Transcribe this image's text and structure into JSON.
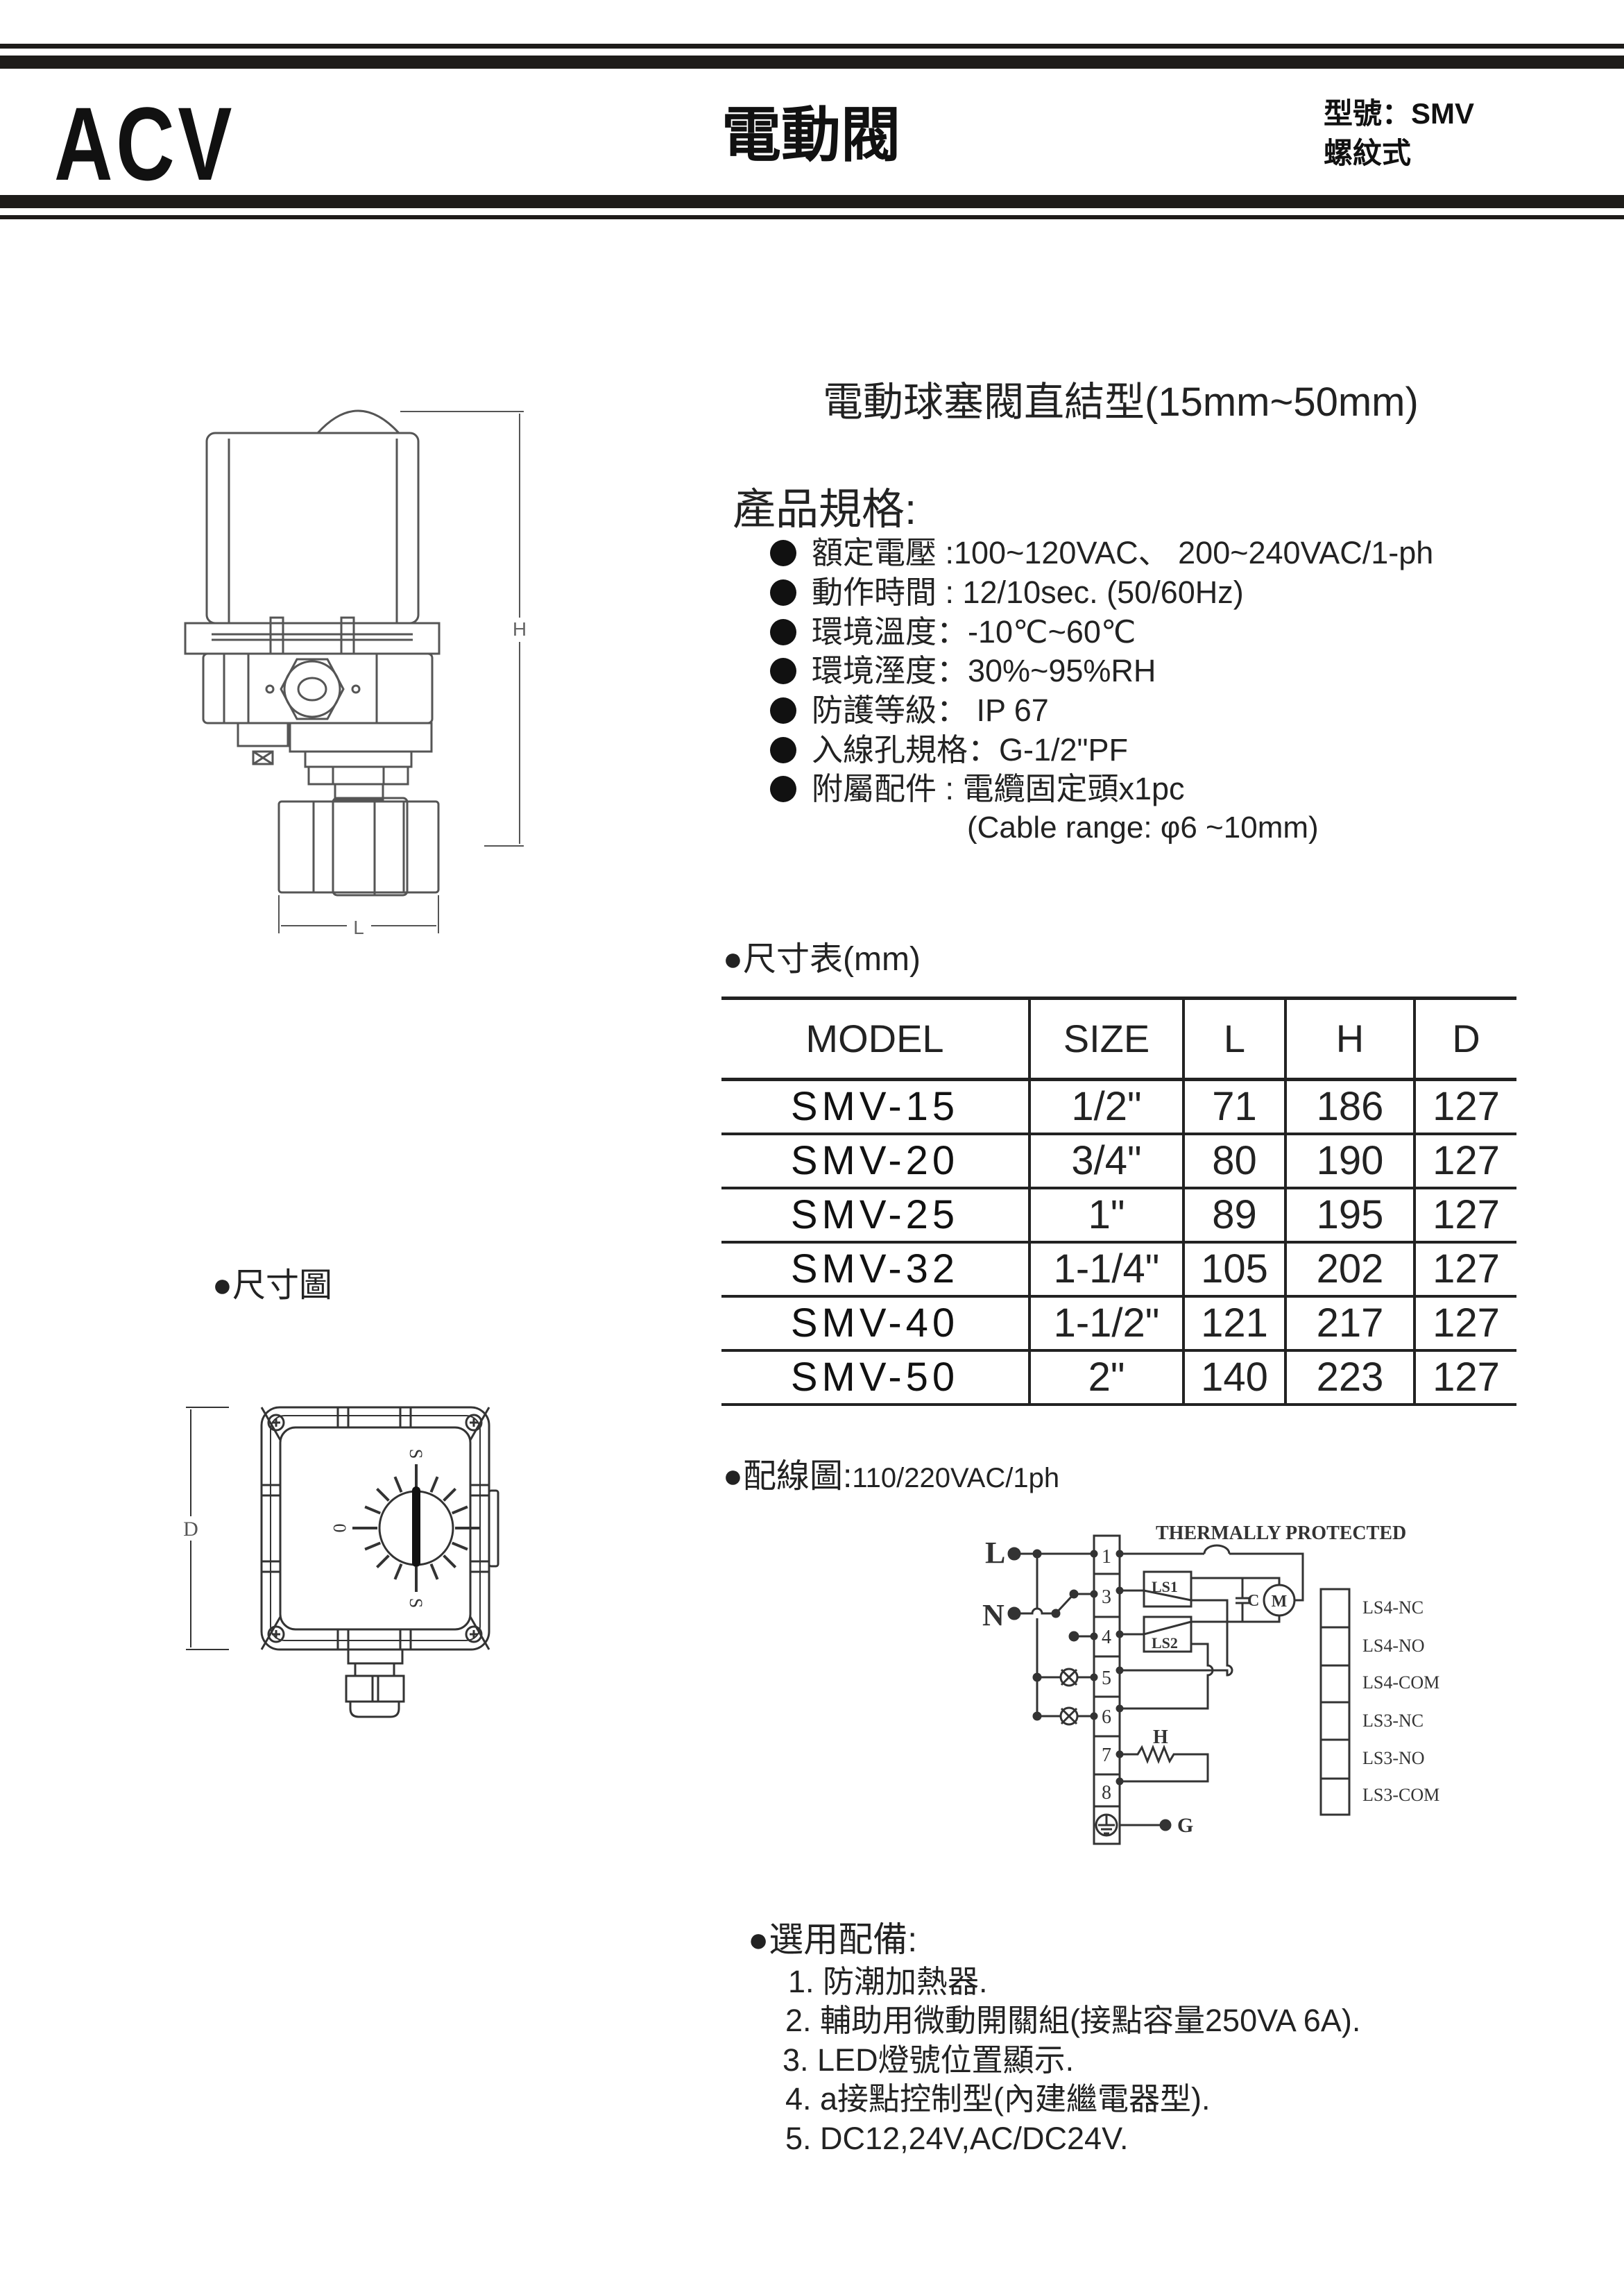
{
  "header": {
    "brand": "ACV",
    "title": "電動閥",
    "model_label": "型號：",
    "model": "SMV",
    "type": "螺紋式"
  },
  "product_title": "電動球塞閥直結型(15mm~50mm)",
  "specs": {
    "heading": "產品規格:",
    "items": [
      "額定電壓 :100~120VAC、 200~240VAC/1-ph",
      "動作時間 : 12/10sec. (50/60Hz)",
      "環境溫度：-10℃~60℃",
      "環境溼度：30%~95%RH",
      "防護等級： IP 67",
      "入線孔規格：G-1/2\"PF",
      "附屬配件 : 電纜固定頭x1pc"
    ],
    "cable_note": "(Cable range: φ6 ~10mm)"
  },
  "dim_table": {
    "heading": "●尺寸表(mm)",
    "columns": [
      "MODEL",
      "SIZE",
      "L",
      "H",
      "D"
    ],
    "rows": [
      [
        "SMV-15",
        "1/2\"",
        "71",
        "186",
        "127"
      ],
      [
        "SMV-20",
        "3/4\"",
        "80",
        "190",
        "127"
      ],
      [
        "SMV-25",
        "1\"",
        "89",
        "195",
        "127"
      ],
      [
        "SMV-32",
        "1-1/4\"",
        "105",
        "202",
        "127"
      ],
      [
        "SMV-40",
        "1-1/2\"",
        "121",
        "217",
        "127"
      ],
      [
        "SMV-50",
        "2\"",
        "140",
        "223",
        "127"
      ]
    ]
  },
  "dim_drawing": {
    "heading": "●尺寸圖",
    "labels": {
      "height": "H",
      "length": "L",
      "depth": "D",
      "dial_top": "S",
      "dial_bottom": "S",
      "dial_left": "0"
    }
  },
  "wiring": {
    "heading": "●配線圖:",
    "spec": "110/220VAC/1ph",
    "thermal": "THERMALLY PROTECTED",
    "line": "L",
    "neutral": "N",
    "ground": "G",
    "heater": "H",
    "capacitor": "C",
    "motor": "M",
    "ls1": "LS1",
    "ls2": "LS2",
    "terminals": [
      "1",
      "3",
      "4",
      "5",
      "6",
      "7",
      "8"
    ],
    "contacts": [
      "LS4-NC",
      "LS4-NO",
      "LS4-COM",
      "LS3-NC",
      "LS3-NO",
      "LS3-COM"
    ]
  },
  "options": {
    "heading": "●選用配備:",
    "items": [
      "1. 防潮加熱器.",
      "2. 輔助用微動開關組(接點容量250VA 6A).",
      "3. LED燈號位置顯示.",
      "4. a接點控制型(內建繼電器型).",
      "5. DC12,24V,AC/DC24V."
    ]
  }
}
